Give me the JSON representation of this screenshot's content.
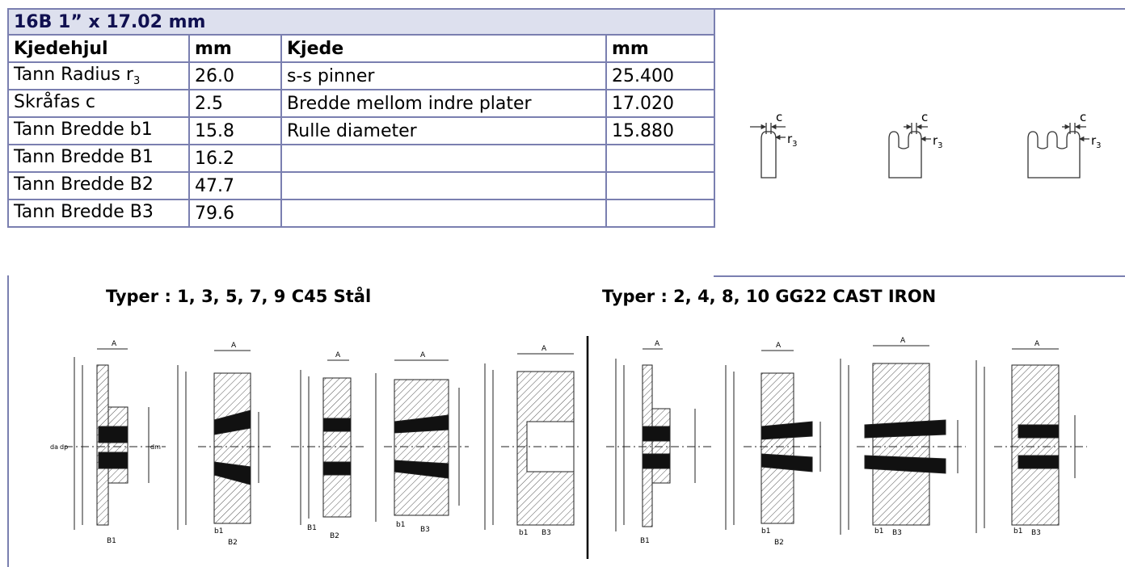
{
  "title": "16B 1” x 17.02 mm",
  "headers": {
    "sprocket": "Kjedehjul",
    "sprocket_unit": "mm",
    "chain": "Kjede",
    "chain_unit": "mm"
  },
  "rows": [
    {
      "label_main": "Tann Radius r",
      "label_sub": "3",
      "value": "26.0",
      "chain_label": "s-s pinner",
      "chain_value": "25.400"
    },
    {
      "label_main": "Skråfas c",
      "label_sub": "",
      "value": "2.5",
      "chain_label": "Bredde mellom indre plater",
      "chain_value": "17.020"
    },
    {
      "label_main": "Tann Bredde b1",
      "label_sub": "",
      "value": "15.8",
      "chain_label": "Rulle diameter",
      "chain_value": "15.880"
    },
    {
      "label_main": "Tann Bredde B1",
      "label_sub": "",
      "value": "16.2",
      "chain_label": "",
      "chain_value": ""
    },
    {
      "label_main": "Tann Bredde B2",
      "label_sub": "",
      "value": "47.7",
      "chain_label": "",
      "chain_value": ""
    },
    {
      "label_main": "Tann Bredde B3",
      "label_sub": "",
      "value": "79.6",
      "chain_label": "",
      "chain_value": ""
    }
  ],
  "profile_labels": {
    "c": "c",
    "r": "r",
    "r_sub": "3"
  },
  "types_steel": "Typer : 1, 3, 5, 7, 9 C45 Stål",
  "types_iron": "Typer : 2, 4, 8, 10 GG22 CAST IRON",
  "drawing_labels": {
    "A": "A",
    "b1": "b1",
    "B1": "B1",
    "B2": "B2",
    "B3": "B3",
    "da": "da",
    "dp": "dp",
    "dm": "dm"
  }
}
